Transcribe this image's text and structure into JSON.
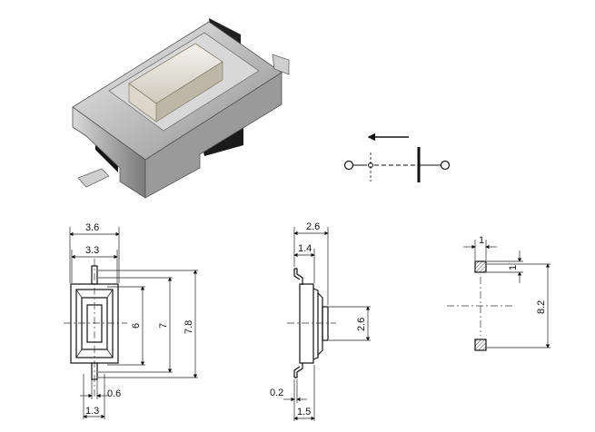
{
  "dimensions": {
    "top_view": {
      "overall_width": "3.6",
      "body_width": "3.3",
      "inner_height": "6",
      "body_height": "7",
      "overall_height": "7.8",
      "terminal_width": "0.6",
      "terminal_pitch": "1.3"
    },
    "side_view": {
      "overall_depth": "2.6",
      "body_depth": "1.4",
      "button_height": "2.6",
      "terminal_thickness": "0.2",
      "terminal_offset": "1.5"
    },
    "pad_layout": {
      "pad_width": "1",
      "pad_height": "1",
      "pad_pitch": "8.2"
    }
  },
  "colors": {
    "line": "#111111",
    "metal": "#c9c9c9",
    "button": "#e9e6dc",
    "plastic": "#1a1a1a"
  }
}
